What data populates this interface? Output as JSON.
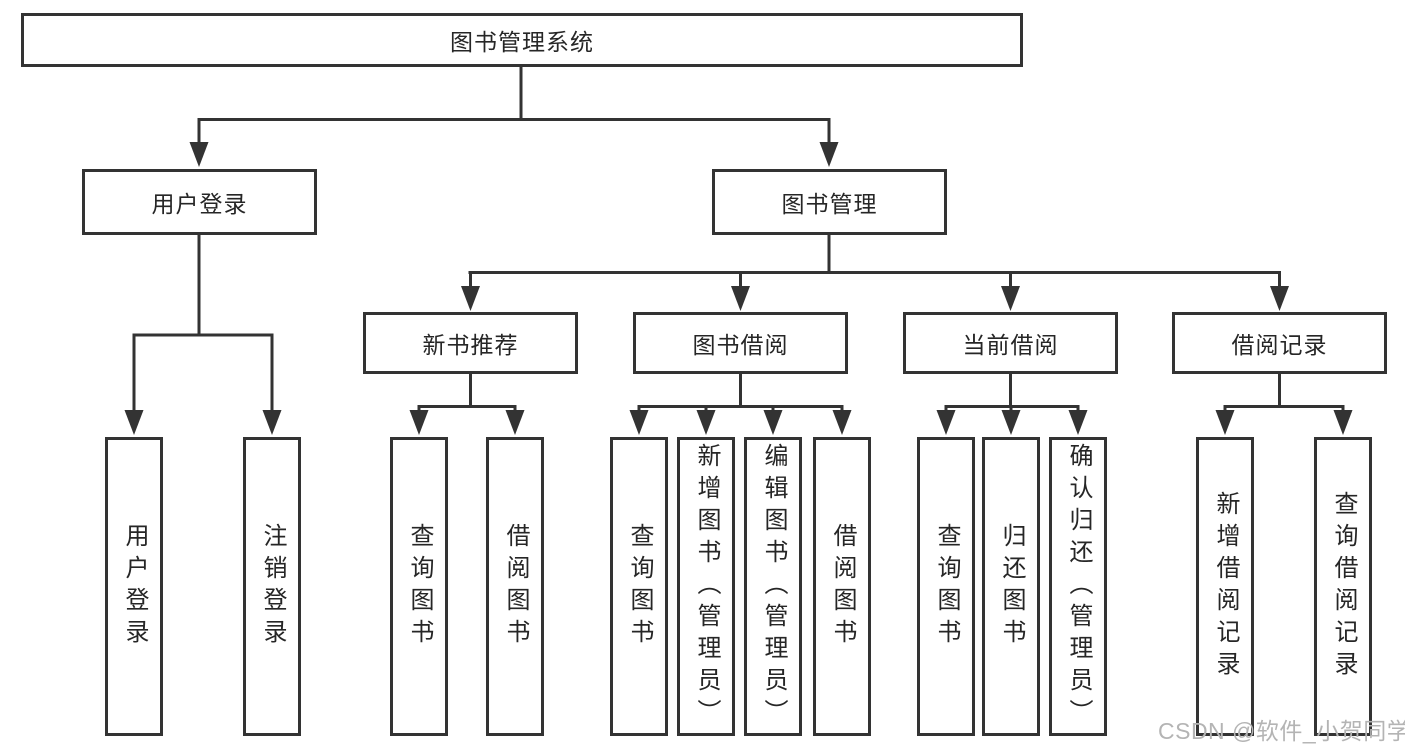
{
  "tree": {
    "root": {
      "label": "图书管理系统"
    },
    "branches": [
      {
        "label": "用户登录",
        "children": [
          "用户登录",
          "注销登录"
        ]
      },
      {
        "label": "图书管理",
        "sections": [
          {
            "label": "新书推荐",
            "children": [
              "查询图书",
              "借阅图书"
            ]
          },
          {
            "label": "图书借阅",
            "children": [
              "查询图书",
              "新增图书（管理员）",
              "编辑图书（管理员）",
              "借阅图书"
            ]
          },
          {
            "label": "当前借阅",
            "children": [
              "查询图书",
              "归还图书",
              "确认归还（管理员）"
            ]
          },
          {
            "label": "借阅记录",
            "children": [
              "新增借阅记录",
              "查询借阅记录"
            ]
          }
        ]
      }
    ]
  },
  "watermark": "CSDN @软件_小贺同学",
  "colors": {
    "line": "#333333",
    "text": "#262626",
    "watermark": "#b4b4b4",
    "background": "#ffffff"
  }
}
